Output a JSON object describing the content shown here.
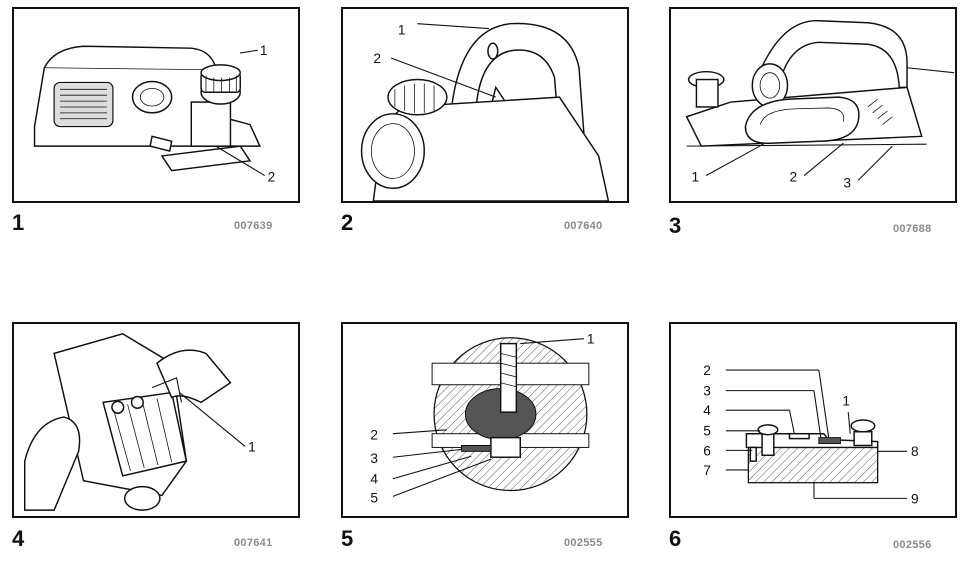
{
  "figures": [
    {
      "number": "1",
      "code": "007639",
      "callouts": [
        "1",
        "2"
      ]
    },
    {
      "number": "2",
      "code": "007640",
      "callouts": [
        "1",
        "2"
      ]
    },
    {
      "number": "3",
      "code": "007688",
      "callouts": [
        "1",
        "2",
        "3"
      ]
    },
    {
      "number": "4",
      "code": "007641",
      "callouts": [
        "1"
      ]
    },
    {
      "number": "5",
      "code": "002555",
      "callouts": [
        "1",
        "2",
        "3",
        "4",
        "5"
      ]
    },
    {
      "number": "6",
      "code": "002556",
      "callouts": [
        "1",
        "2",
        "3",
        "4",
        "5",
        "6",
        "7",
        "8",
        "9"
      ]
    }
  ],
  "colors": {
    "line": "#111111",
    "code": "#8a8a8a",
    "hatch": "#555555"
  }
}
